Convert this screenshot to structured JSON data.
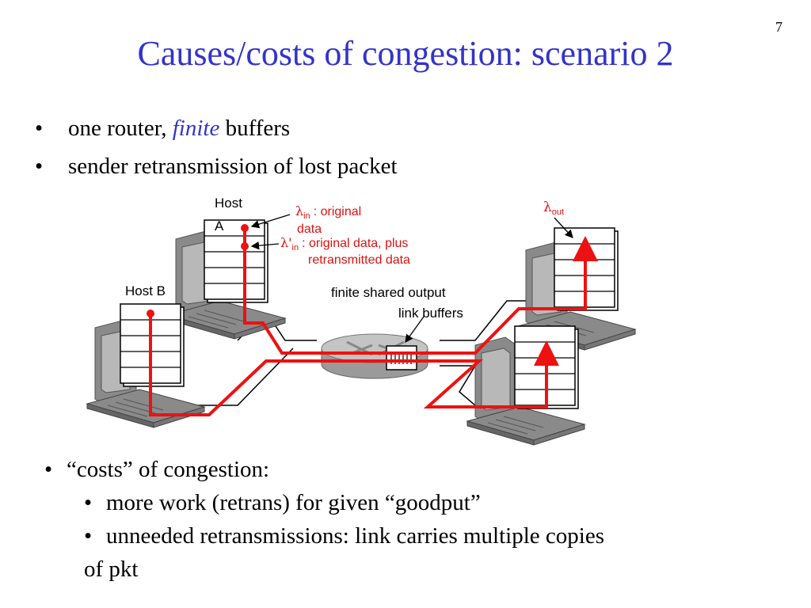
{
  "slide_number": "7",
  "title": "Causes/costs of congestion: scenario 2",
  "bullets": [
    {
      "pre": "one router, ",
      "emph": "finite",
      "post": " buffers"
    },
    {
      "text": "sender retransmission of lost packet"
    }
  ],
  "diagram": {
    "host_a_line1": "Host",
    "host_a_line2": "A",
    "host_b": "Host B",
    "lambda_symbol": "λ",
    "lambda_in_sub": "in",
    "lambda_in_desc_1": ": original",
    "lambda_in_desc_2": "data",
    "lambda_prime": "λ'",
    "lambda_prime_sub": "in",
    "lambda_prime_desc_1": ": original data, plus",
    "lambda_prime_desc_2": "retransmitted data",
    "lambda_out_sub": "out",
    "buffer_label_1": "finite shared output",
    "buffer_label_2": "link buffers"
  },
  "costs": {
    "heading": "“costs” of congestion:",
    "items": [
      "more work (retrans) for given “goodput”",
      "unneeded retransmissions: link carries multiple copies"
    ],
    "continuation": "of pkt"
  },
  "colors": {
    "title": "#3333cc",
    "flow": "#ee1111",
    "label_red": "#dd1111"
  }
}
